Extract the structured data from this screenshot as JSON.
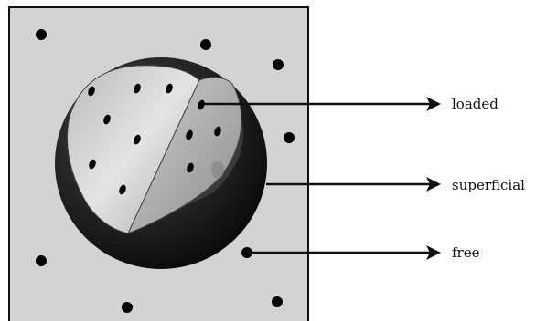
{
  "labels": {
    "loaded": "loaded",
    "superficial": "superficial",
    "free": "free"
  },
  "colors": {
    "panel": "#d3d3d3",
    "panel_border": "#111111",
    "particle": "#000000",
    "sphere_shell": "#1a1a1a",
    "cut_face": "#c9c9c9",
    "arrow": "#111111"
  }
}
